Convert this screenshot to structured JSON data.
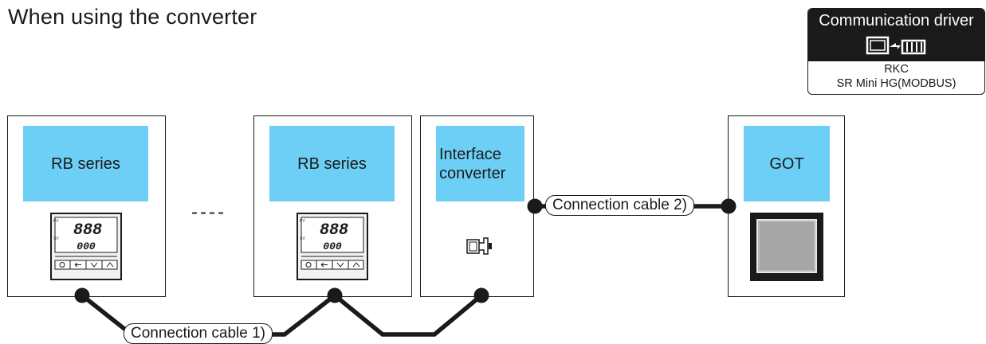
{
  "title": "When using the converter",
  "driver": {
    "heading": "Communication driver",
    "line1": "RKC",
    "line2": "SR Mini HG(MODBUS)"
  },
  "devices": [
    {
      "label": "RB series",
      "display_top": "888",
      "display_bottom": "000"
    },
    {
      "label": "RB series",
      "display_top": "888",
      "display_bottom": "000"
    }
  ],
  "converter": {
    "line1": "Interface",
    "line2": "converter"
  },
  "got": {
    "label": "GOT"
  },
  "ellipsis": "----",
  "cables": {
    "cable1": "Connection cable 1)",
    "cable2": "Connection cable 2)"
  },
  "colors": {
    "label_fill": "#6dcff6",
    "line": "#1a1a1a"
  }
}
